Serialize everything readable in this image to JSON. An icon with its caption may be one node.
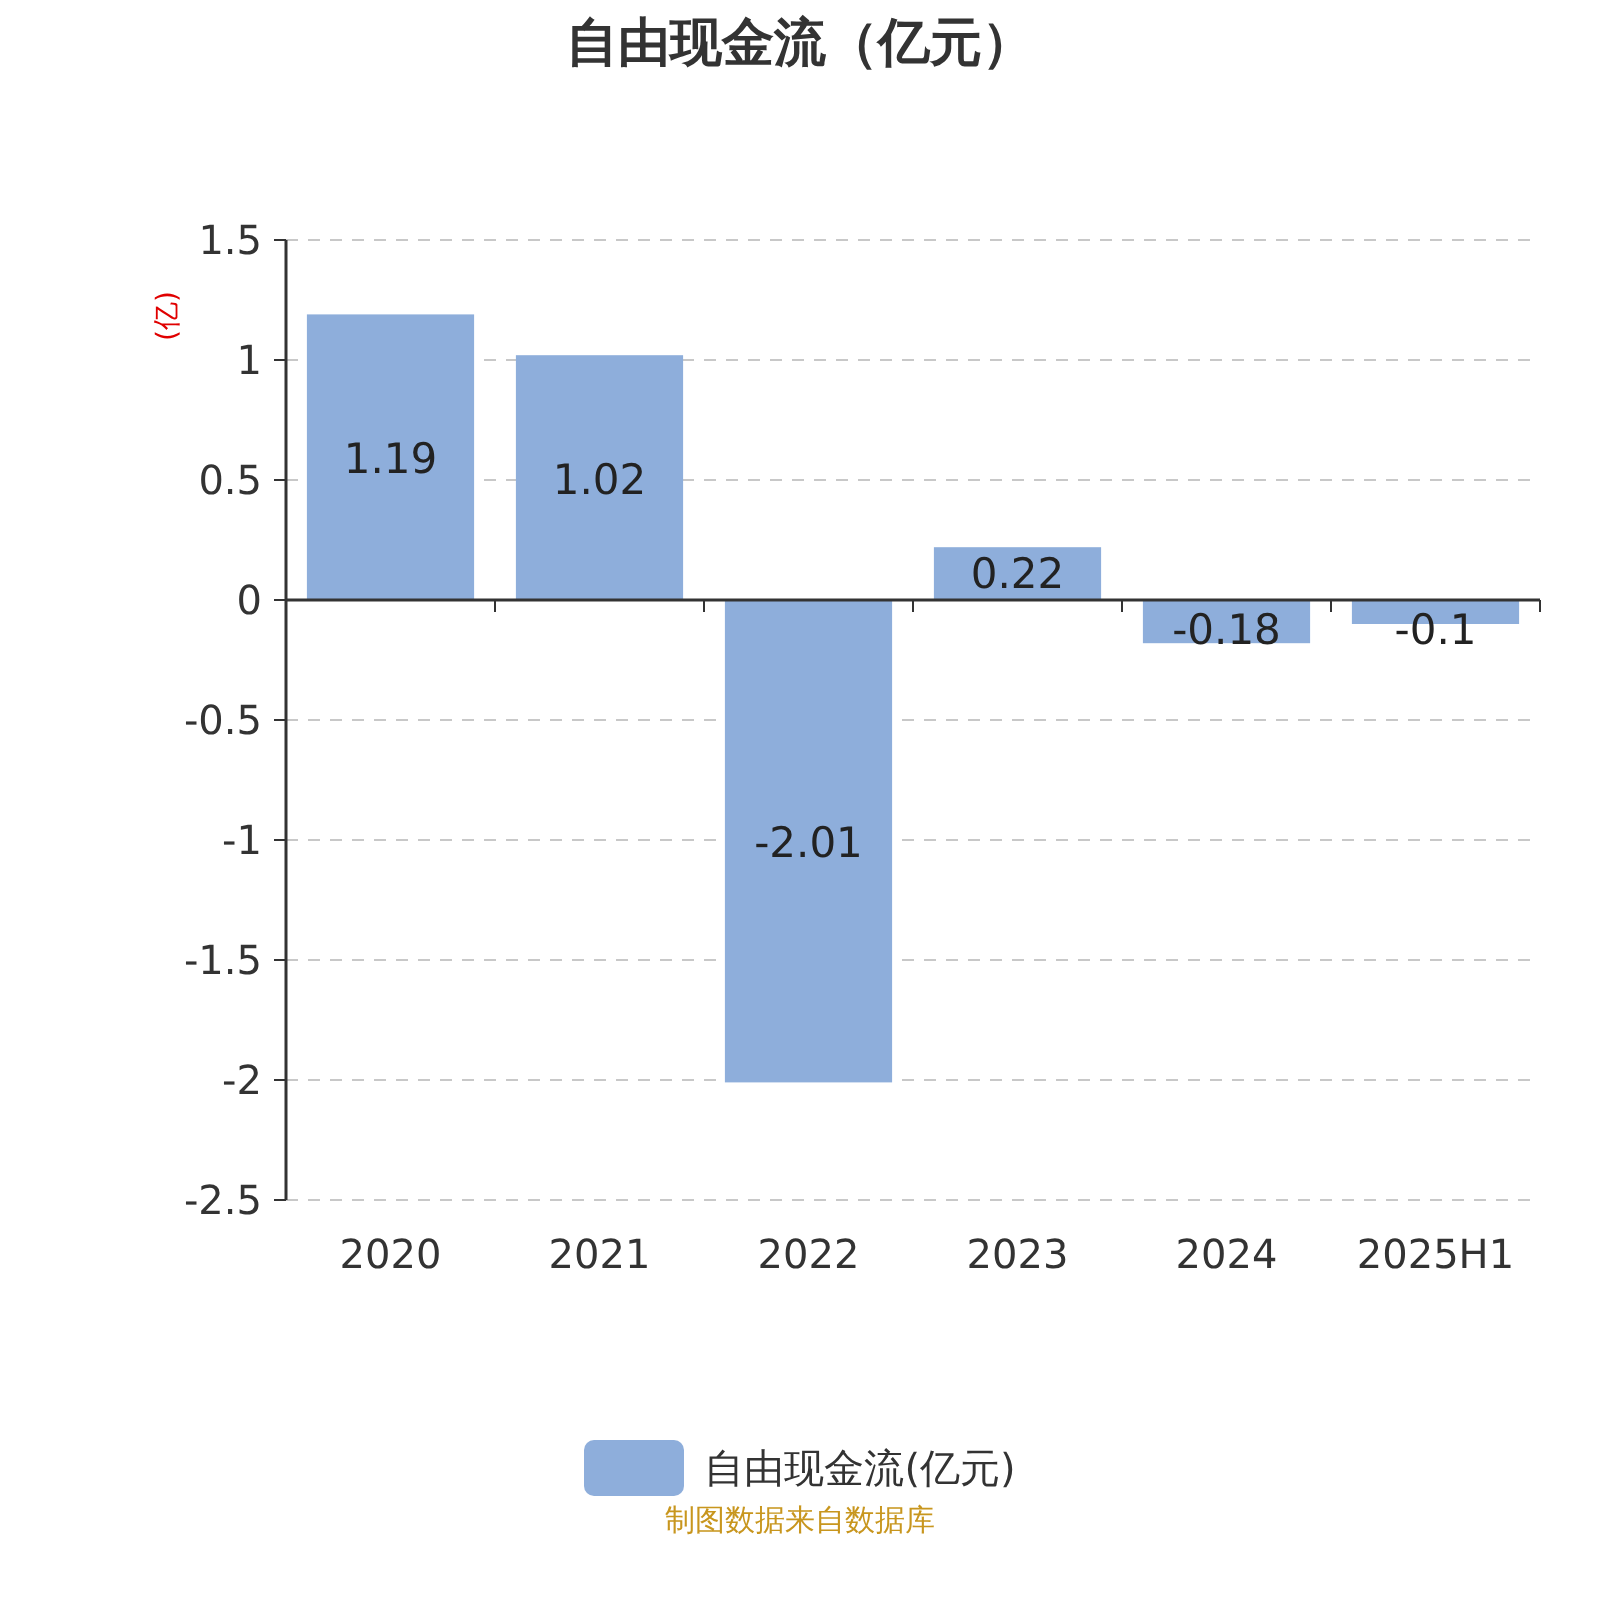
{
  "diagram": {
    "title": "自由现金流（亿元）",
    "caption": "制图数据来自数据库",
    "legend": [
      {
        "text": "自由现金流(亿元)",
        "color": "#8eaedb"
      }
    ],
    "chart_data": {
      "type": "bar",
      "ylabel": "(亿)",
      "categories": [
        "2020",
        "2021",
        "2022",
        "2023",
        "2024",
        "2025H1"
      ],
      "series": [
        {
          "color": "#8eaedb",
          "values": [
            1.19,
            1.02,
            -2.01,
            0.22,
            -0.18,
            -0.1
          ]
        }
      ],
      "ylim": [
        -2.5,
        1.5
      ],
      "yticks": [
        1.5,
        1,
        0.5,
        0,
        -0.5,
        -1,
        -1.5,
        -2,
        -2.5
      ],
      "grid": true,
      "data_labels": true
    }
  }
}
